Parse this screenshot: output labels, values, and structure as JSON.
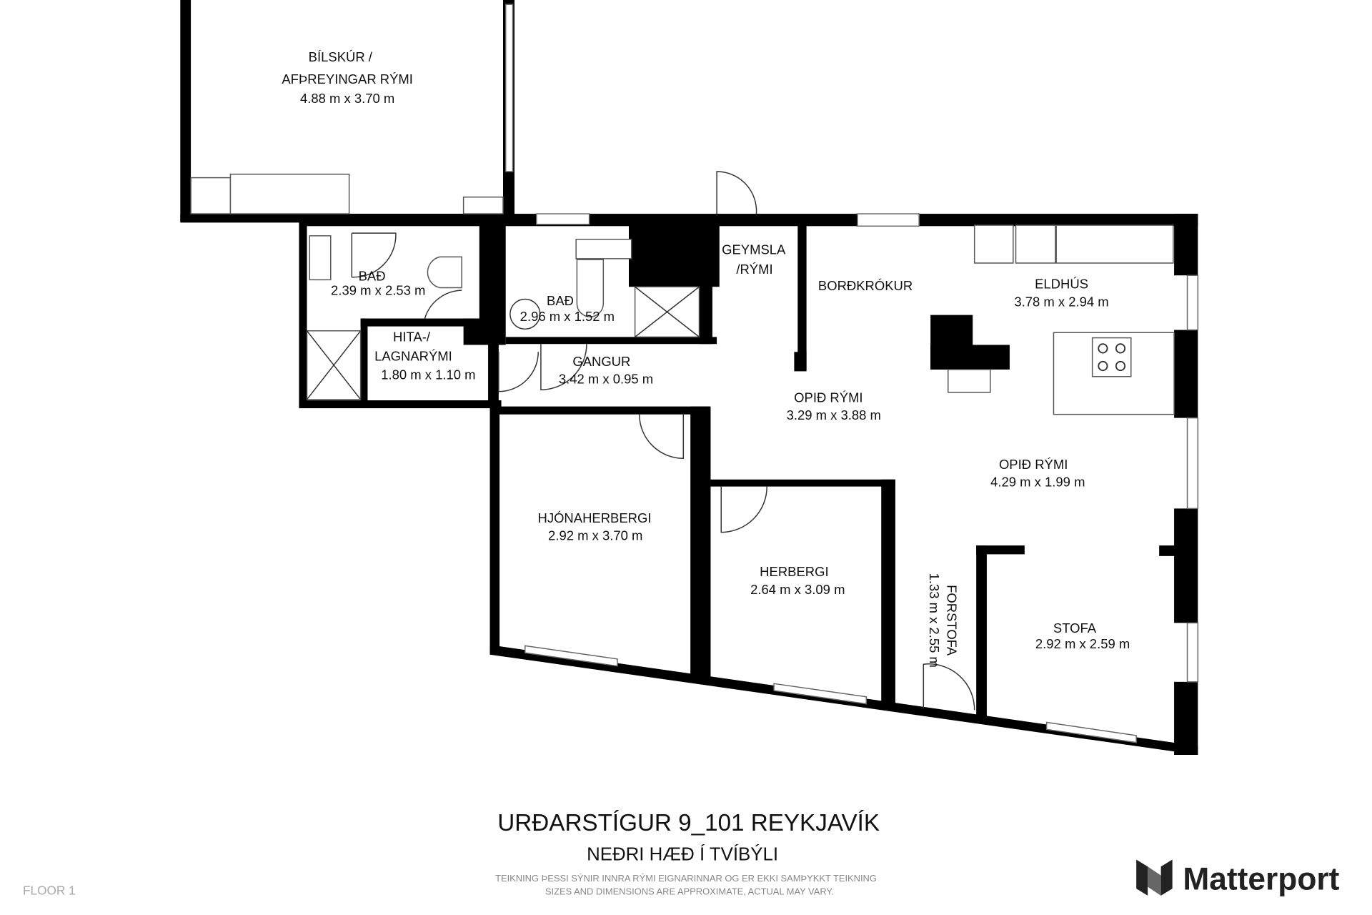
{
  "rooms": {
    "garage": {
      "name_1": "BÍLSKÚR /",
      "name_2": "AFÞREYINGAR RÝMI",
      "size": "4.88 m x 3.70 m"
    },
    "bath1": {
      "name": "BAÐ",
      "size": "2.39 m x 2.53 m"
    },
    "bath2": {
      "name": "BAÐ",
      "size": "2.96 m x 1.52 m"
    },
    "utility": {
      "name_1": "HITA-/",
      "name_2": "LAGNARÝMI",
      "size": "1.80 m x 1.10 m"
    },
    "storage": {
      "name_1": "GEYMSLA",
      "name_2": "/RÝMI"
    },
    "dining": {
      "name": "BORÐKRÓKUR"
    },
    "kitchen": {
      "name": "ELDHÚS",
      "size": "3.78 m x 2.94 m"
    },
    "hall": {
      "name": "GANGUR",
      "size": "3.42 m x 0.95 m"
    },
    "open1": {
      "name": "OPIÐ RÝMI",
      "size": "3.29 m x 3.88 m"
    },
    "open2": {
      "name": "OPIÐ RÝMI",
      "size": "4.29 m x 1.99 m"
    },
    "master": {
      "name": "HJÓNAHERBERGI",
      "size": "2.92 m x 3.70 m"
    },
    "bedroom": {
      "name": "HERBERGI",
      "size": "2.64 m x 3.09 m"
    },
    "entry": {
      "name": "FORSTOFA",
      "size": "1.33 m x 2.55 m"
    },
    "living": {
      "name": "STOFA",
      "size": "2.92 m x 2.59 m"
    }
  },
  "footer": {
    "title": "URÐARSTÍGUR 9_101 REYKJAVÍK",
    "subtitle": "NEÐRI HÆÐ Í TVÍBÝLI",
    "note_1": "TEIKNING ÞESSI SÝNIR INNRA RÝMI EIGNARINNAR OG ER EKKI SAMÞYKKT TEIKNING",
    "note_2": "SIZES AND DIMENSIONS ARE APPROXIMATE, ACTUAL MAY VARY.",
    "floor_label": "FLOOR 1",
    "brand": "Matterport"
  }
}
